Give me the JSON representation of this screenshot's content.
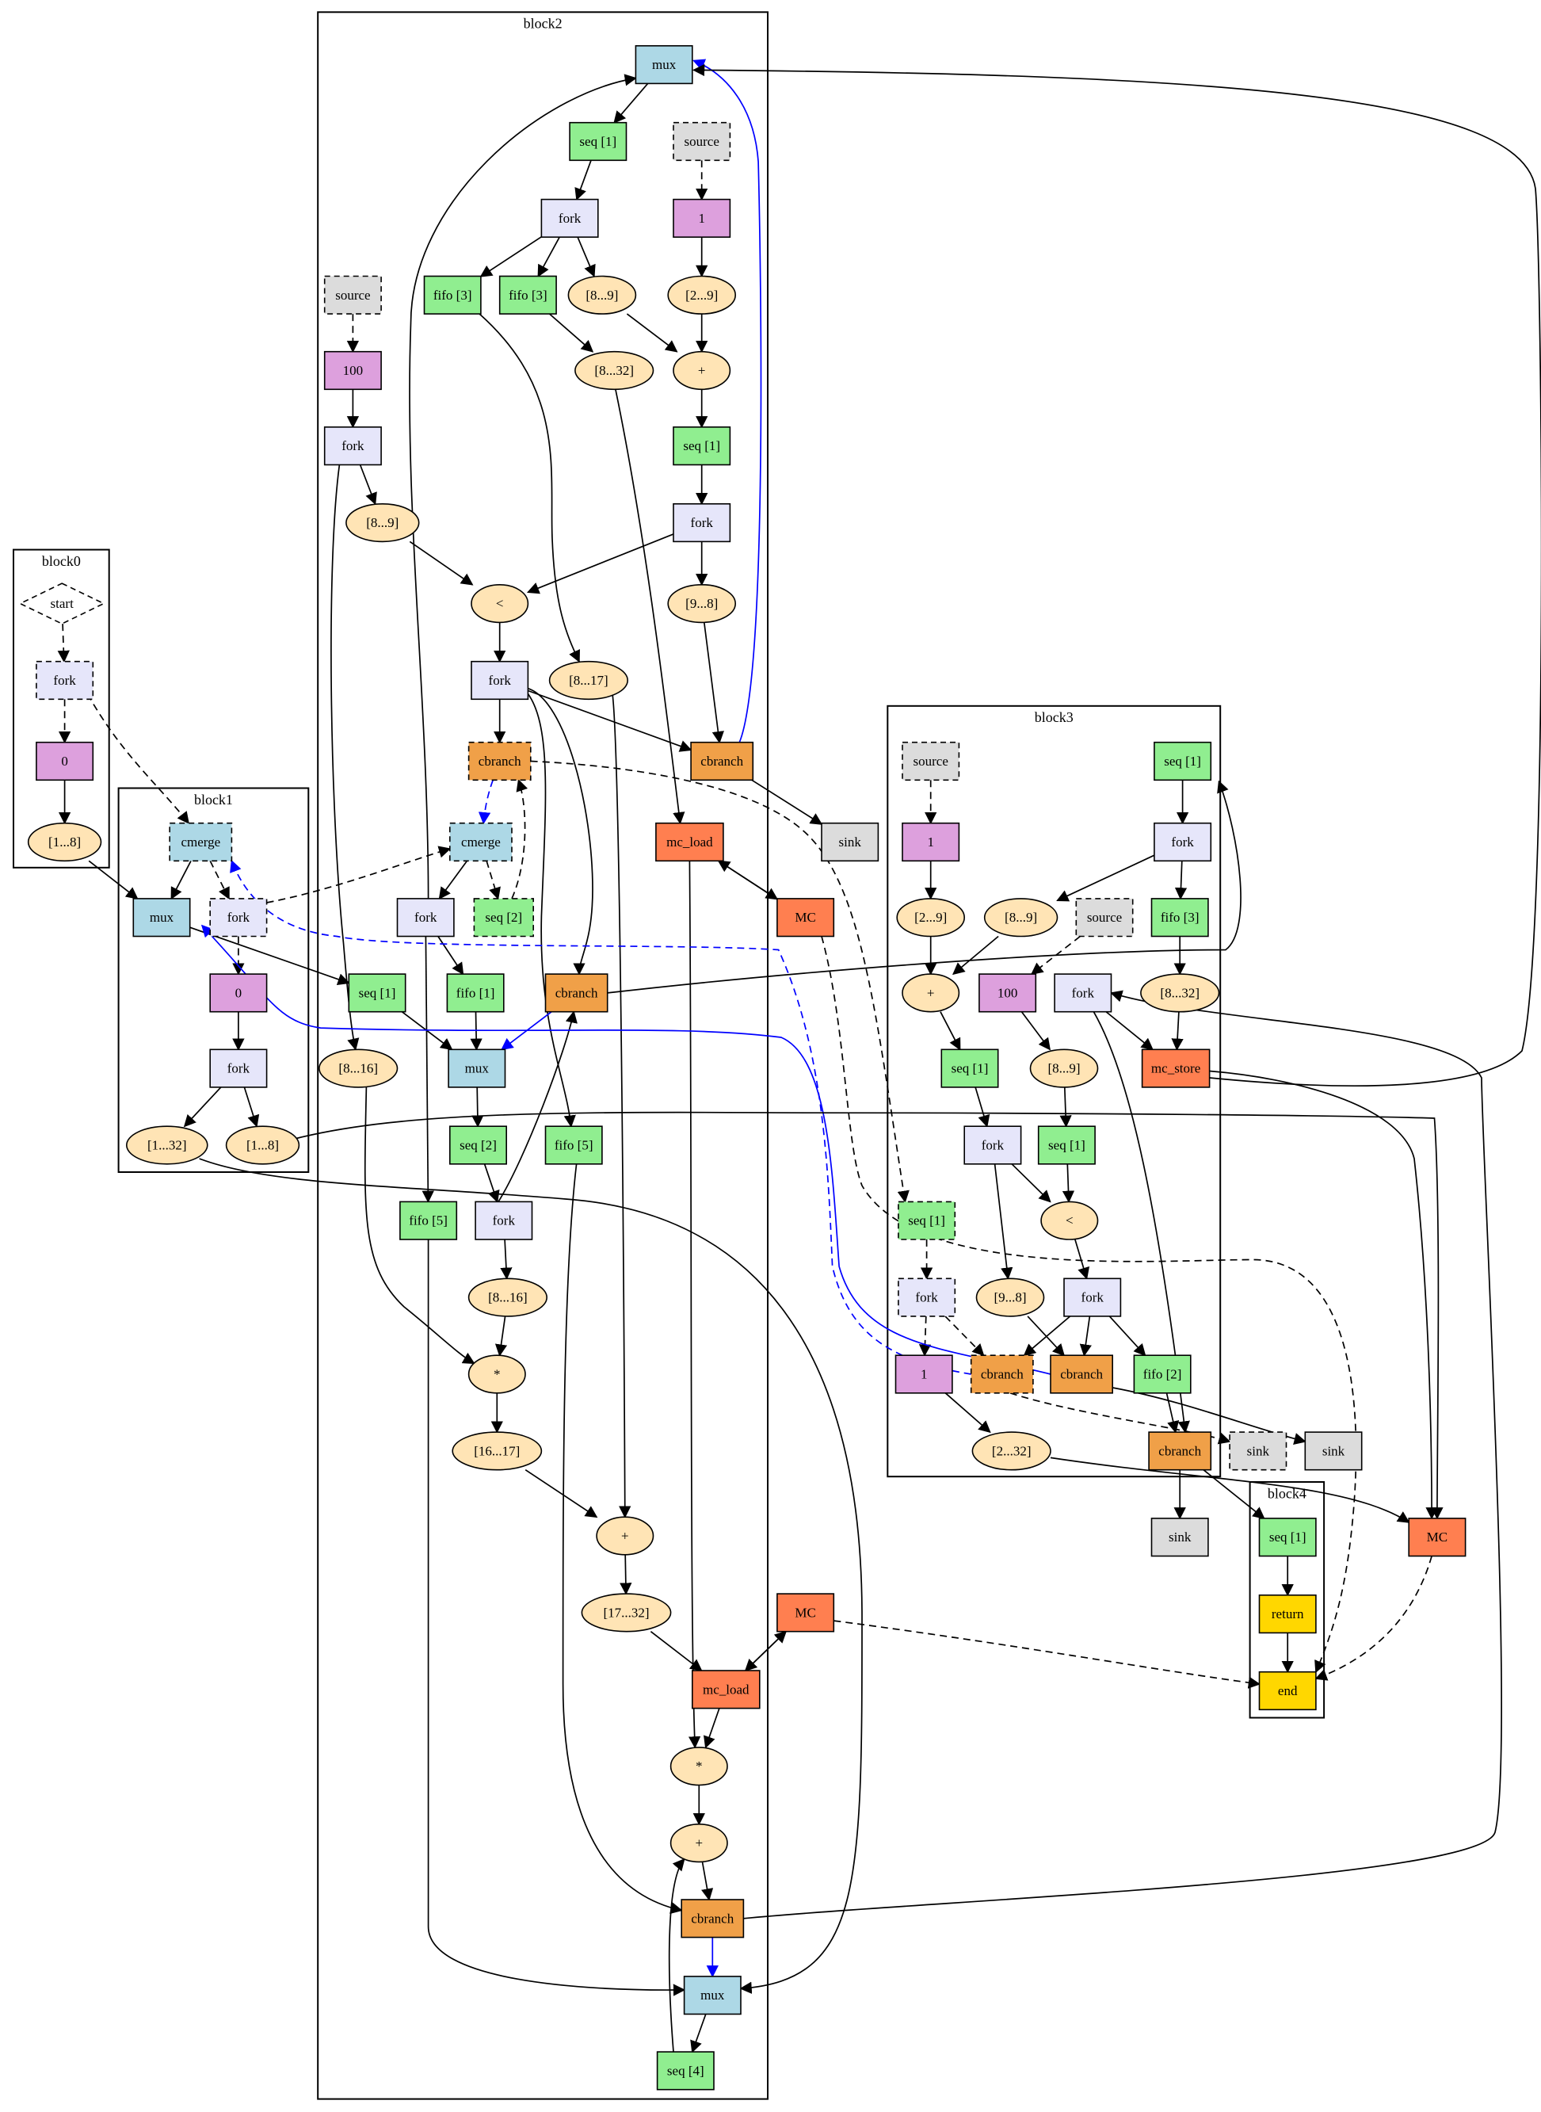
{
  "colors": {
    "mux": "#add8e6",
    "seq": "#90ee90",
    "fork": "#e6e6fa",
    "const": "#dda0dd",
    "oval": "#ffe4b5",
    "cbranch": "#f0a048",
    "mem": "#ff7f50",
    "end": "#ffd700",
    "gray": "#dcdcdc",
    "edge": "#000000",
    "control": "#0000ff"
  },
  "clusters": [
    {
      "id": "block0",
      "label": "block0"
    },
    {
      "id": "block1",
      "label": "block1"
    },
    {
      "id": "block2",
      "label": "block2"
    },
    {
      "id": "block3",
      "label": "block3"
    },
    {
      "id": "block4",
      "label": "block4"
    }
  ],
  "nodes": [
    {
      "id": "b0_start",
      "label": "start",
      "shape": "diamond",
      "color": "none",
      "dashed": true
    },
    {
      "id": "b0_fork",
      "label": "fork",
      "shape": "box",
      "color": "fork",
      "dashed": true
    },
    {
      "id": "b0_c0",
      "label": "0",
      "shape": "box",
      "color": "const"
    },
    {
      "id": "b0_ext",
      "label": "[1...8]",
      "shape": "ellipse",
      "color": "oval"
    },
    {
      "id": "b1_cmerge",
      "label": "cmerge",
      "shape": "box",
      "color": "mux",
      "dashed": true
    },
    {
      "id": "b1_mux",
      "label": "mux",
      "shape": "box",
      "color": "mux"
    },
    {
      "id": "b1_fork",
      "label": "fork",
      "shape": "box",
      "color": "fork",
      "dashed": true
    },
    {
      "id": "b1_c0",
      "label": "0",
      "shape": "box",
      "color": "const"
    },
    {
      "id": "b1_fork2",
      "label": "fork",
      "shape": "box",
      "color": "fork"
    },
    {
      "id": "b1_ext32",
      "label": "[1...32]",
      "shape": "ellipse",
      "color": "oval"
    },
    {
      "id": "b1_ext8",
      "label": "[1...8]",
      "shape": "ellipse",
      "color": "oval"
    },
    {
      "id": "b2_mux_top",
      "label": "mux",
      "shape": "box",
      "color": "mux"
    },
    {
      "id": "b2_seq1a",
      "label": "seq [1]",
      "shape": "box",
      "color": "seq"
    },
    {
      "id": "b2_source1",
      "label": "source",
      "shape": "box",
      "color": "gray",
      "dashed": true
    },
    {
      "id": "b2_fork1",
      "label": "fork",
      "shape": "box",
      "color": "fork"
    },
    {
      "id": "b2_c1",
      "label": "1",
      "shape": "box",
      "color": "const"
    },
    {
      "id": "b2_source2",
      "label": "source",
      "shape": "box",
      "color": "gray",
      "dashed": true
    },
    {
      "id": "b2_fifo3a",
      "label": "fifo [3]",
      "shape": "box",
      "color": "seq"
    },
    {
      "id": "b2_fifo3b",
      "label": "fifo [3]",
      "shape": "box",
      "color": "seq"
    },
    {
      "id": "b2_r89a",
      "label": "[8...9]",
      "shape": "ellipse",
      "color": "oval"
    },
    {
      "id": "b2_r29",
      "label": "[2...9]",
      "shape": "ellipse",
      "color": "oval"
    },
    {
      "id": "b2_c100",
      "label": "100",
      "shape": "box",
      "color": "const"
    },
    {
      "id": "b2_r832",
      "label": "[8...32]",
      "shape": "ellipse",
      "color": "oval"
    },
    {
      "id": "b2_plus1",
      "label": "+",
      "shape": "ellipse",
      "color": "oval"
    },
    {
      "id": "b2_fork2",
      "label": "fork",
      "shape": "box",
      "color": "fork"
    },
    {
      "id": "b2_seq1b",
      "label": "seq [1]",
      "shape": "box",
      "color": "seq"
    },
    {
      "id": "b2_r89b",
      "label": "[8...9]",
      "shape": "ellipse",
      "color": "oval"
    },
    {
      "id": "b2_fork3",
      "label": "fork",
      "shape": "box",
      "color": "fork"
    },
    {
      "id": "b2_lt",
      "label": "<",
      "shape": "ellipse",
      "color": "oval"
    },
    {
      "id": "b2_r98",
      "label": "[9...8]",
      "shape": "ellipse",
      "color": "oval"
    },
    {
      "id": "b2_fork4",
      "label": "fork",
      "shape": "box",
      "color": "fork"
    },
    {
      "id": "b2_r817",
      "label": "[8...17]",
      "shape": "ellipse",
      "color": "oval"
    },
    {
      "id": "b2_cbranch1",
      "label": "cbranch",
      "shape": "box",
      "color": "cbranch",
      "dashed": true
    },
    {
      "id": "b2_cbranch2",
      "label": "cbranch",
      "shape": "box",
      "color": "cbranch"
    },
    {
      "id": "b2_cmerge",
      "label": "cmerge",
      "shape": "box",
      "color": "mux",
      "dashed": true
    },
    {
      "id": "b2_mcload1",
      "label": "mc_load",
      "shape": "box",
      "color": "mem"
    },
    {
      "id": "b2_sink1",
      "label": "sink",
      "shape": "box",
      "color": "gray"
    },
    {
      "id": "b2_fork5",
      "label": "fork",
      "shape": "box",
      "color": "fork"
    },
    {
      "id": "b2_seq2a",
      "label": "seq [2]",
      "shape": "box",
      "color": "seq",
      "dashed": true
    },
    {
      "id": "b2_mc1",
      "label": "MC",
      "shape": "box",
      "color": "mem"
    },
    {
      "id": "b2_seq1c",
      "label": "seq [1]",
      "shape": "box",
      "color": "seq"
    },
    {
      "id": "b2_fifo1",
      "label": "fifo [1]",
      "shape": "box",
      "color": "seq"
    },
    {
      "id": "b2_cbranch3",
      "label": "cbranch",
      "shape": "box",
      "color": "cbranch"
    },
    {
      "id": "b2_r816a",
      "label": "[8...16]",
      "shape": "ellipse",
      "color": "oval"
    },
    {
      "id": "b2_mux_mid",
      "label": "mux",
      "shape": "box",
      "color": "mux"
    },
    {
      "id": "b2_seq2b",
      "label": "seq [2]",
      "shape": "box",
      "color": "seq"
    },
    {
      "id": "b2_fifo5a",
      "label": "fifo [5]",
      "shape": "box",
      "color": "seq"
    },
    {
      "id": "b2_fifo5b",
      "label": "fifo [5]",
      "shape": "box",
      "color": "seq"
    },
    {
      "id": "b2_fork6",
      "label": "fork",
      "shape": "box",
      "color": "fork"
    },
    {
      "id": "b2_r816b",
      "label": "[8...16]",
      "shape": "ellipse",
      "color": "oval"
    },
    {
      "id": "b2_mul1",
      "label": "*",
      "shape": "ellipse",
      "color": "oval"
    },
    {
      "id": "b2_r1617",
      "label": "[16...17]",
      "shape": "ellipse",
      "color": "oval"
    },
    {
      "id": "b2_plus2",
      "label": "+",
      "shape": "ellipse",
      "color": "oval"
    },
    {
      "id": "b2_r1732",
      "label": "[17...32]",
      "shape": "ellipse",
      "color": "oval"
    },
    {
      "id": "b2_mc2",
      "label": "MC",
      "shape": "box",
      "color": "mem"
    },
    {
      "id": "b2_mcload2",
      "label": "mc_load",
      "shape": "box",
      "color": "mem"
    },
    {
      "id": "b2_mul2",
      "label": "*",
      "shape": "ellipse",
      "color": "oval"
    },
    {
      "id": "b2_plus3",
      "label": "+",
      "shape": "ellipse",
      "color": "oval"
    },
    {
      "id": "b2_cbranch4",
      "label": "cbranch",
      "shape": "box",
      "color": "cbranch"
    },
    {
      "id": "b2_mux_bot",
      "label": "mux",
      "shape": "box",
      "color": "mux"
    },
    {
      "id": "b2_seq4",
      "label": "seq [4]",
      "shape": "box",
      "color": "seq"
    },
    {
      "id": "b3_source1",
      "label": "source",
      "shape": "box",
      "color": "gray",
      "dashed": true
    },
    {
      "id": "b3_seq1a",
      "label": "seq [1]",
      "shape": "box",
      "color": "seq"
    },
    {
      "id": "b3_c1",
      "label": "1",
      "shape": "box",
      "color": "const"
    },
    {
      "id": "b3_fork1",
      "label": "fork",
      "shape": "box",
      "color": "fork"
    },
    {
      "id": "b3_r29",
      "label": "[2...9]",
      "shape": "ellipse",
      "color": "oval"
    },
    {
      "id": "b3_r89a",
      "label": "[8...9]",
      "shape": "ellipse",
      "color": "oval"
    },
    {
      "id": "b3_source2",
      "label": "source",
      "shape": "box",
      "color": "gray",
      "dashed": true
    },
    {
      "id": "b3_fifo3",
      "label": "fifo [3]",
      "shape": "box",
      "color": "seq"
    },
    {
      "id": "b3_plus",
      "label": "+",
      "shape": "ellipse",
      "color": "oval"
    },
    {
      "id": "b3_c100",
      "label": "100",
      "shape": "box",
      "color": "const"
    },
    {
      "id": "b3_fork2",
      "label": "fork",
      "shape": "box",
      "color": "fork"
    },
    {
      "id": "b3_r832",
      "label": "[8...32]",
      "shape": "ellipse",
      "color": "oval"
    },
    {
      "id": "b3_seq1b",
      "label": "seq [1]",
      "shape": "box",
      "color": "seq"
    },
    {
      "id": "b3_r89b",
      "label": "[8...9]",
      "shape": "ellipse",
      "color": "oval"
    },
    {
      "id": "b3_mcstore",
      "label": "mc_store",
      "shape": "box",
      "color": "mem"
    },
    {
      "id": "b3_fork3",
      "label": "fork",
      "shape": "box",
      "color": "fork"
    },
    {
      "id": "b3_seq1c",
      "label": "seq [1]",
      "shape": "box",
      "color": "seq"
    },
    {
      "id": "b3_seq1d",
      "label": "seq [1]",
      "shape": "box",
      "color": "seq",
      "dashed": true
    },
    {
      "id": "b3_lt",
      "label": "<",
      "shape": "ellipse",
      "color": "oval"
    },
    {
      "id": "b3_fork4",
      "label": "fork",
      "shape": "box",
      "color": "fork",
      "dashed": true
    },
    {
      "id": "b3_r98",
      "label": "[9...8]",
      "shape": "ellipse",
      "color": "oval"
    },
    {
      "id": "b3_fork5",
      "label": "fork",
      "shape": "box",
      "color": "fork"
    },
    {
      "id": "b3_c1b",
      "label": "1",
      "shape": "box",
      "color": "const"
    },
    {
      "id": "b3_cbranch1",
      "label": "cbranch",
      "shape": "box",
      "color": "cbranch",
      "dashed": true
    },
    {
      "id": "b3_cbranch2",
      "label": "cbranch",
      "shape": "box",
      "color": "cbranch"
    },
    {
      "id": "b3_fifo2",
      "label": "fifo [2]",
      "shape": "box",
      "color": "seq"
    },
    {
      "id": "b3_r232",
      "label": "[2...32]",
      "shape": "ellipse",
      "color": "oval"
    },
    {
      "id": "b3_cbranch3",
      "label": "cbranch",
      "shape": "box",
      "color": "cbranch"
    },
    {
      "id": "b3_sink1",
      "label": "sink",
      "shape": "box",
      "color": "gray",
      "dashed": true
    },
    {
      "id": "b3_sink2",
      "label": "sink",
      "shape": "box",
      "color": "gray"
    },
    {
      "id": "b3_sink3",
      "label": "sink",
      "shape": "box",
      "color": "gray"
    },
    {
      "id": "b4_seq1",
      "label": "seq [1]",
      "shape": "box",
      "color": "seq"
    },
    {
      "id": "b4_return",
      "label": "return",
      "shape": "box",
      "color": "end"
    },
    {
      "id": "b4_end",
      "label": "end",
      "shape": "box",
      "color": "end"
    },
    {
      "id": "mc_right",
      "label": "MC",
      "shape": "box",
      "color": "mem"
    }
  ],
  "edges": [
    {
      "from": "b0_start",
      "to": "b0_fork",
      "dashed": true
    },
    {
      "from": "b0_fork",
      "to": "b0_c0",
      "dashed": true
    },
    {
      "from": "b0_c0",
      "to": "b0_ext"
    },
    {
      "from": "b0_ext",
      "to": "b1_mux"
    },
    {
      "from": "b0_fork",
      "to": "b1_cmerge",
      "dashed": true
    },
    {
      "from": "b1_cmerge",
      "to": "b1_mux"
    },
    {
      "from": "b1_cmerge",
      "to": "b1_fork",
      "dashed": true
    },
    {
      "from": "b1_fork",
      "to": "b1_c0",
      "dashed": true
    },
    {
      "from": "b1_c0",
      "to": "b1_fork2"
    },
    {
      "from": "b1_fork2",
      "to": "b1_ext32"
    },
    {
      "from": "b1_fork2",
      "to": "b1_ext8"
    },
    {
      "from": "b1_fork",
      "to": "b2_cmerge",
      "dashed": true
    },
    {
      "from": "b1_mux",
      "to": "b2_seq1c"
    },
    {
      "from": "b2_mux_top",
      "to": "b2_seq1a"
    },
    {
      "from": "b2_seq1a",
      "to": "b2_fork1"
    },
    {
      "from": "b2_source1",
      "to": "b2_c1",
      "dashed": true
    },
    {
      "from": "b2_c1",
      "to": "b2_r29"
    },
    {
      "from": "b2_fork1",
      "to": "b2_fifo3a"
    },
    {
      "from": "b2_fork1",
      "to": "b2_fifo3b"
    },
    {
      "from": "b2_fork1",
      "to": "b2_r89a"
    },
    {
      "from": "b2_r89a",
      "to": "b2_plus1"
    },
    {
      "from": "b2_r29",
      "to": "b2_plus1"
    },
    {
      "from": "b2_fifo3b",
      "to": "b2_r832"
    },
    {
      "from": "b2_source2",
      "to": "b2_c100",
      "dashed": true
    },
    {
      "from": "b2_c100",
      "to": "b2_fork2"
    },
    {
      "from": "b2_plus1",
      "to": "b2_seq1b"
    },
    {
      "from": "b2_seq1b",
      "to": "b2_fork3"
    },
    {
      "from": "b2_fork2",
      "to": "b2_r89b"
    },
    {
      "from": "b2_r89b",
      "to": "b2_lt"
    },
    {
      "from": "b2_fork3",
      "to": "b2_lt"
    },
    {
      "from": "b2_fork3",
      "to": "b2_r98"
    },
    {
      "from": "b2_r98",
      "to": "b2_cbranch2"
    },
    {
      "from": "b2_lt",
      "to": "b2_fork4"
    },
    {
      "from": "b2_fifo3a",
      "to": "b2_r817"
    },
    {
      "from": "b2_fork4",
      "to": "b2_cbranch1"
    },
    {
      "from": "b2_fork4",
      "to": "b2_cbranch2"
    },
    {
      "from": "b2_fork4",
      "to": "b2_cbranch3"
    },
    {
      "from": "b2_fork4",
      "to": "b2_fifo5b"
    },
    {
      "from": "b2_cbranch1",
      "to": "b2_cmerge",
      "dashed": true,
      "control": true
    },
    {
      "from": "b2_cbranch2",
      "to": "b2_mux_top",
      "control": true
    },
    {
      "from": "b2_cbranch2",
      "to": "b2_sink1"
    },
    {
      "from": "b2_r832",
      "to": "b2_mcload1"
    },
    {
      "from": "b2_mcload1",
      "to": "b2_mc1"
    },
    {
      "from": "b2_mc1",
      "to": "b2_mcload1"
    },
    {
      "from": "b2_cmerge",
      "to": "b2_fork5"
    },
    {
      "from": "b2_cmerge",
      "to": "b2_seq2a",
      "dashed": true
    },
    {
      "from": "b2_seq2a",
      "to": "b2_cbranch1",
      "dashed": true
    },
    {
      "from": "b2_fork5",
      "to": "b2_fifo1"
    },
    {
      "from": "b2_fork5",
      "to": "b2_mux_top"
    },
    {
      "from": "b2_fork5",
      "to": "b2_fifo5a"
    },
    {
      "from": "b2_seq1c",
      "to": "b2_mux_mid"
    },
    {
      "from": "b2_fifo1",
      "to": "b2_mux_mid"
    },
    {
      "from": "b2_cbranch3",
      "to": "b2_mux_mid",
      "control": true
    },
    {
      "from": "b2_fork2",
      "to": "b2_r816a"
    },
    {
      "from": "b2_mux_mid",
      "to": "b2_seq2b"
    },
    {
      "from": "b2_seq2b",
      "to": "b2_fork6"
    },
    {
      "from": "b2_fork6",
      "to": "b2_r816b"
    },
    {
      "from": "b2_fork6",
      "to": "b2_cbranch3"
    },
    {
      "from": "b2_r816b",
      "to": "b2_mul1"
    },
    {
      "from": "b2_r816a",
      "to": "b2_mul1"
    },
    {
      "from": "b2_mul1",
      "to": "b2_r1617"
    },
    {
      "from": "b2_r1617",
      "to": "b2_plus2"
    },
    {
      "from": "b2_r817",
      "to": "b2_plus2"
    },
    {
      "from": "b2_plus2",
      "to": "b2_r1732"
    },
    {
      "from": "b2_r1732",
      "to": "b2_mcload2"
    },
    {
      "from": "b2_mcload2",
      "to": "b2_mc2"
    },
    {
      "from": "b2_mc2",
      "to": "b2_mcload2"
    },
    {
      "from": "b2_mcload2",
      "to": "b2_mul2"
    },
    {
      "from": "b2_mcload1",
      "to": "b2_mul2"
    },
    {
      "from": "b2_mul2",
      "to": "b2_plus3"
    },
    {
      "from": "b2_plus3",
      "to": "b2_cbranch4"
    },
    {
      "from": "b2_fifo5b",
      "to": "b2_cbranch4"
    },
    {
      "from": "b2_cbranch4",
      "to": "b2_mux_bot",
      "control": true
    },
    {
      "from": "b2_fifo5a",
      "to": "b2_mux_bot"
    },
    {
      "from": "b1_ext32",
      "to": "b2_mux_bot"
    },
    {
      "from": "b2_mux_bot",
      "to": "b2_seq4"
    },
    {
      "from": "b2_seq4",
      "to": "b2_plus3"
    },
    {
      "from": "b2_cbranch4",
      "to": "b3_fork2"
    },
    {
      "from": "b2_mc2",
      "to": "b4_end",
      "dashed": true
    },
    {
      "from": "b2_mc1",
      "to": "b4_end",
      "dashed": true
    },
    {
      "from": "b2_cbranch1",
      "to": "b3_seq1d",
      "dashed": true
    },
    {
      "from": "b3_source1",
      "to": "b3_c1",
      "dashed": true
    },
    {
      "from": "b3_c1",
      "to": "b3_r29"
    },
    {
      "from": "b3_seq1a",
      "to": "b3_fork1"
    },
    {
      "from": "b3_fork1",
      "to": "b3_r89a"
    },
    {
      "from": "b3_fork1",
      "to": "b3_fifo3"
    },
    {
      "from": "b3_r29",
      "to": "b3_plus"
    },
    {
      "from": "b3_r89a",
      "to": "b3_plus"
    },
    {
      "from": "b3_source2",
      "to": "b3_c100",
      "dashed": true
    },
    {
      "from": "b3_fifo3",
      "to": "b3_r832"
    },
    {
      "from": "b3_r832",
      "to": "b3_mcstore"
    },
    {
      "from": "b3_fork2",
      "to": "b3_mcstore"
    },
    {
      "from": "b3_fork2",
      "to": "b3_cbranch3"
    },
    {
      "from": "b3_plus",
      "to": "b3_seq1b"
    },
    {
      "from": "b3_c100",
      "to": "b3_r89b"
    },
    {
      "from": "b3_r89b",
      "to": "b3_seq1c"
    },
    {
      "from": "b3_seq1b",
      "to": "b3_fork3"
    },
    {
      "from": "b3_fork3",
      "to": "b3_lt"
    },
    {
      "from": "b3_seq1c",
      "to": "b3_lt"
    },
    {
      "from": "b3_fork3",
      "to": "b3_r98"
    },
    {
      "from": "b3_lt",
      "to": "b3_fork5"
    },
    {
      "from": "b3_seq1d",
      "to": "b3_fork4",
      "dashed": true
    },
    {
      "from": "b3_fork4",
      "to": "b3_c1b",
      "dashed": true
    },
    {
      "from": "b3_fork4",
      "to": "b3_cbranch1",
      "dashed": true
    },
    {
      "from": "b3_r98",
      "to": "b3_cbranch2"
    },
    {
      "from": "b3_fork5",
      "to": "b3_cbranch1"
    },
    {
      "from": "b3_fork5",
      "to": "b3_cbranch2"
    },
    {
      "from": "b3_fork5",
      "to": "b3_fifo2"
    },
    {
      "from": "b3_fifo2",
      "to": "b3_cbranch3"
    },
    {
      "from": "b3_c1b",
      "to": "b3_r232"
    },
    {
      "from": "b3_cbranch1",
      "to": "b1_cmerge",
      "dashed": true,
      "control": true
    },
    {
      "from": "b3_cbranch1",
      "to": "b3_sink1",
      "dashed": true
    },
    {
      "from": "b3_cbranch2",
      "to": "b1_mux",
      "control": true
    },
    {
      "from": "b3_cbranch2",
      "to": "b3_sink2"
    },
    {
      "from": "b3_cbranch3",
      "to": "b3_sink3"
    },
    {
      "from": "b3_cbranch3",
      "to": "b4_seq1"
    },
    {
      "from": "b3_r232",
      "to": "mc_right"
    },
    {
      "from": "b3_mcstore",
      "to": "mc_right"
    },
    {
      "from": "b3_mcstore",
      "to": "b2_mux_top"
    },
    {
      "from": "b2_cbranch3",
      "to": "b3_seq1a"
    },
    {
      "from": "b1_ext8",
      "to": "mc_right"
    },
    {
      "from": "b4_seq1",
      "to": "b4_return"
    },
    {
      "from": "b4_return",
      "to": "b4_end"
    },
    {
      "from": "mc_right",
      "to": "b4_end",
      "dashed": true
    }
  ]
}
